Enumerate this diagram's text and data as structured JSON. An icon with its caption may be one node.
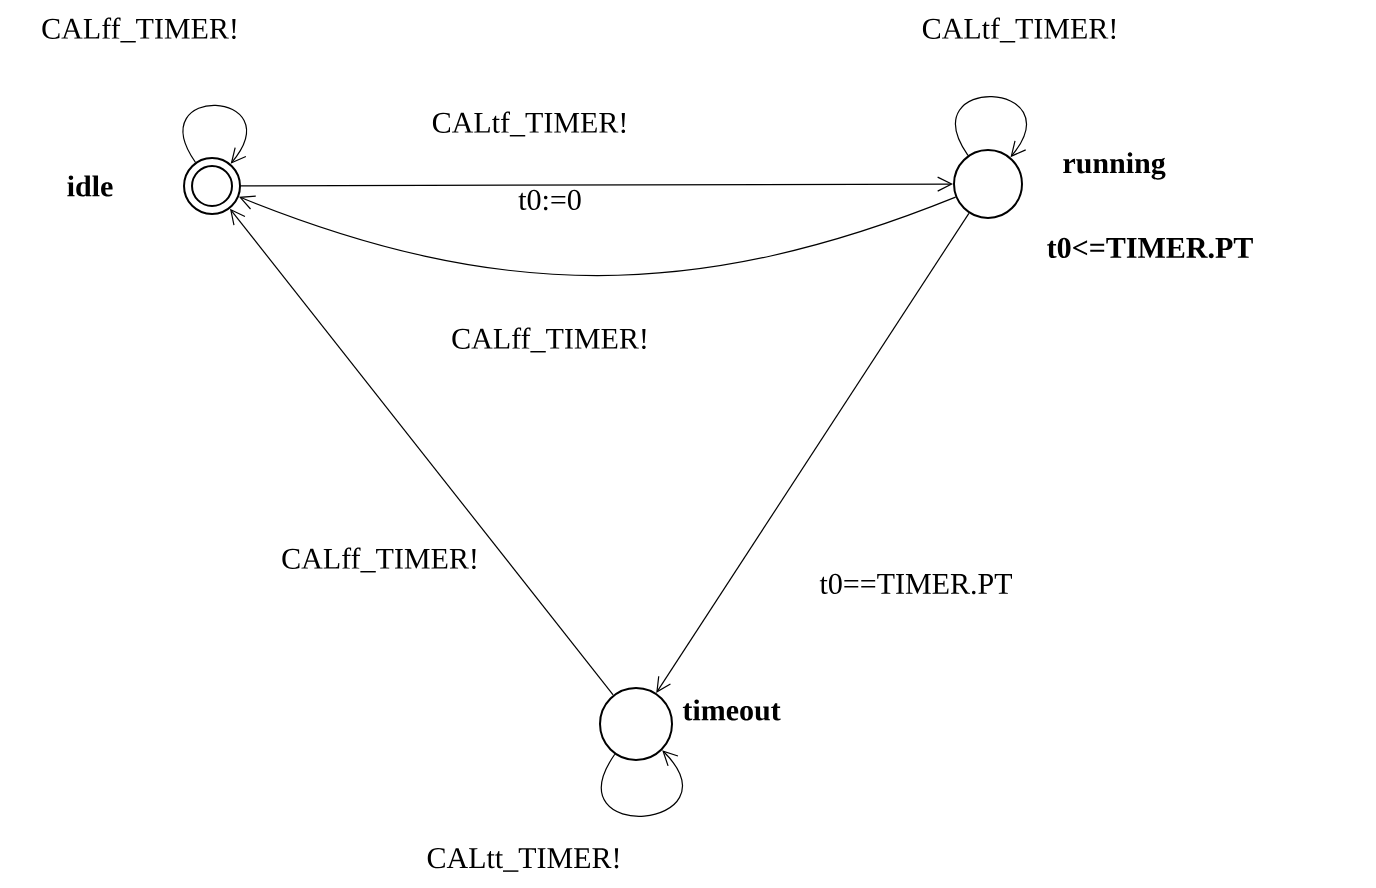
{
  "diagram": {
    "nodes": [
      {
        "text": [],
        "shape": "circle",
        "beside": [
          "idle"
        ]
      },
      {
        "text": [],
        "shape": "circle",
        "beside": [
          "running",
          "t0<=TIMER.PT"
        ]
      },
      {
        "text": [],
        "shape": "circle",
        "beside": [
          "timeout"
        ]
      }
    ],
    "edges": [
      {
        "from": 0,
        "to": 0,
        "arrow": "to",
        "label": "CALff_TIMER!"
      },
      {
        "from": 0,
        "to": 1,
        "arrow": "to",
        "label": "CALtf_TIMER!"
      },
      {
        "from": 1,
        "to": 1,
        "arrow": "to",
        "label": "CALtf_TIMER!"
      },
      {
        "from": 1,
        "to": 0,
        "arrow": "to",
        "label": "CALff_TIMER!"
      },
      {
        "from": 1,
        "to": 2,
        "arrow": "to",
        "label": "t0==TIMER.PT"
      },
      {
        "from": 2,
        "to": 0,
        "arrow": "to",
        "label": "CALff_TIMER!"
      },
      {
        "from": 2,
        "to": 2,
        "arrow": "to",
        "label": "CALtt_TIMER!"
      }
    ],
    "labels": [
      "t0:=0"
    ]
  }
}
